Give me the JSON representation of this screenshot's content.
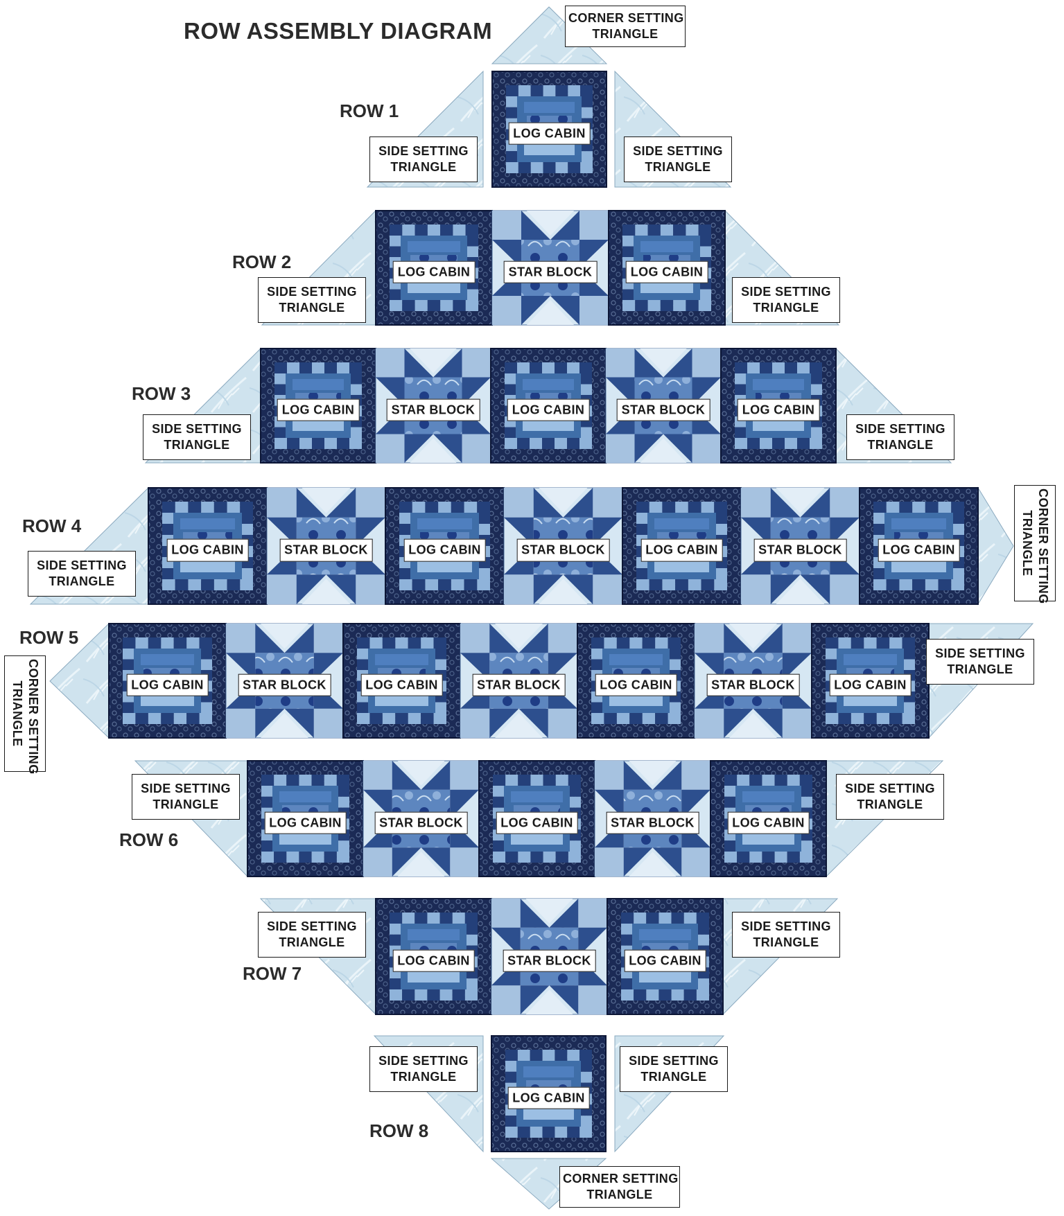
{
  "title": "ROW ASSEMBLY DIAGRAM",
  "colors": {
    "triangle_fill": "#cfe3ee",
    "navy": "#1b2a55",
    "mid_blue": "#3f6ea8",
    "light_blue": "#a9c6e2",
    "star_light": "#d6e7f3",
    "star_dark": "#2d4f8e"
  },
  "block_labels": {
    "log_cabin": "LOG CABIN",
    "star_block": "STAR BLOCK"
  },
  "triangles": {
    "side_line1": "SIDE SETTING",
    "side_line2": "TRIANGLE",
    "corner_line1": "CORNER SETTING",
    "corner_line2": "TRIANGLE"
  },
  "rows": [
    {
      "label": "ROW 1",
      "blocks": [
        "log_cabin"
      ]
    },
    {
      "label": "ROW 2",
      "blocks": [
        "log_cabin",
        "star_block",
        "log_cabin"
      ]
    },
    {
      "label": "ROW 3",
      "blocks": [
        "log_cabin",
        "star_block",
        "log_cabin",
        "star_block",
        "log_cabin"
      ]
    },
    {
      "label": "ROW 4",
      "blocks": [
        "log_cabin",
        "star_block",
        "log_cabin",
        "star_block",
        "log_cabin",
        "star_block",
        "log_cabin"
      ]
    },
    {
      "label": "ROW 5",
      "blocks": [
        "log_cabin",
        "star_block",
        "log_cabin",
        "star_block",
        "log_cabin",
        "star_block",
        "log_cabin"
      ]
    },
    {
      "label": "ROW 6",
      "blocks": [
        "log_cabin",
        "star_block",
        "log_cabin",
        "star_block",
        "log_cabin"
      ]
    },
    {
      "label": "ROW 7",
      "blocks": [
        "log_cabin",
        "star_block",
        "log_cabin"
      ]
    },
    {
      "label": "ROW 8",
      "blocks": [
        "log_cabin"
      ]
    }
  ]
}
